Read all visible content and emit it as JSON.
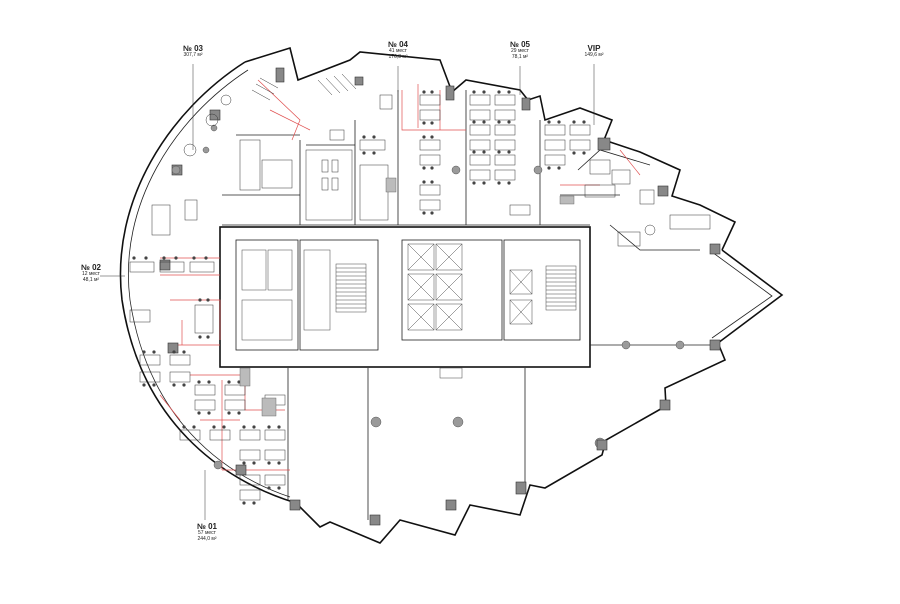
{
  "zones": [
    {
      "id": "zone-01",
      "number": "№ 01",
      "seats": "57 мест",
      "area": "244,0 м²"
    },
    {
      "id": "zone-02",
      "number": "№ 02",
      "seats": "12 мест",
      "area": "48,1 м²"
    },
    {
      "id": "zone-03",
      "number": "№ 03",
      "seats": "",
      "area": "307,7 м²"
    },
    {
      "id": "zone-04",
      "number": "№ 04",
      "seats": "41 мест",
      "area": "176,3 м²"
    },
    {
      "id": "zone-05",
      "number": "№ 05",
      "seats": "29 мест",
      "area": "78,1 м²"
    },
    {
      "id": "zone-vip",
      "number": "VIP",
      "seats": "",
      "area": "149,6 м²"
    }
  ]
}
